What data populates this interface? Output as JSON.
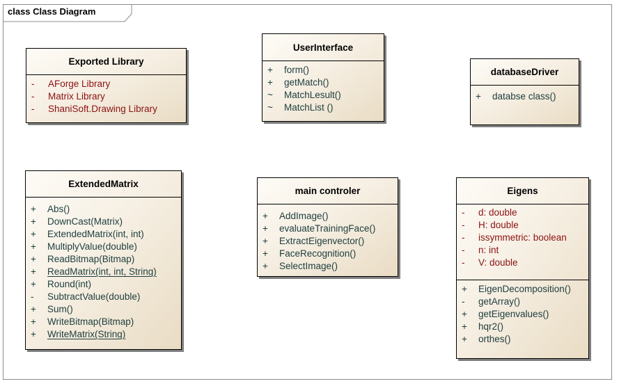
{
  "frame": {
    "label": "class Class Diagram"
  },
  "classes": {
    "exported_library": {
      "name": "Exported Library",
      "attributes": [
        {
          "vis": "-",
          "text": "AForge Library"
        },
        {
          "vis": "-",
          "text": "Matrix Library"
        },
        {
          "vis": "-",
          "text": "ShaniSoft.Drawing Library"
        }
      ]
    },
    "user_interface": {
      "name": "UserInterface",
      "operations": [
        {
          "vis": "+",
          "text": "form()"
        },
        {
          "vis": "+",
          "text": "getMatch()"
        },
        {
          "vis": "~",
          "text": "MatchLesult()"
        },
        {
          "vis": "~",
          "text": "MatchList ()"
        }
      ]
    },
    "database_driver": {
      "name": "databaseDriver",
      "operations": [
        {
          "vis": "+",
          "text": "databse class()"
        }
      ]
    },
    "extended_matrix": {
      "name": "ExtendedMatrix",
      "operations": [
        {
          "vis": "+",
          "text": "Abs()"
        },
        {
          "vis": "+",
          "text": "DownCast(Matrix)"
        },
        {
          "vis": "+",
          "text": "ExtendedMatrix(int, int)"
        },
        {
          "vis": "+",
          "text": "MultiplyValue(double)"
        },
        {
          "vis": "+",
          "text": "ReadBitmap(Bitmap)"
        },
        {
          "vis": "+",
          "text": "ReadMatrix(int, int, String)"
        },
        {
          "vis": "+",
          "text": "Round(int)"
        },
        {
          "vis": "-",
          "text": "SubtractValue(double)"
        },
        {
          "vis": "+",
          "text": "Sum()"
        },
        {
          "vis": "+",
          "text": "WriteBitmap(Bitmap)"
        },
        {
          "vis": "+",
          "text": "WriteMatrix(String)"
        }
      ]
    },
    "main_controler": {
      "name": "main controler",
      "operations": [
        {
          "vis": "+",
          "text": "AddImage()"
        },
        {
          "vis": "+",
          "text": "evaluateTrainingFace()"
        },
        {
          "vis": "+",
          "text": "ExtractEigenvector()"
        },
        {
          "vis": "+",
          "text": "FaceRecognition()"
        },
        {
          "vis": "+",
          "text": "SelectImage()"
        }
      ]
    },
    "eigens": {
      "name": "Eigens",
      "attributes": [
        {
          "vis": "-",
          "text": "d:  double"
        },
        {
          "vis": "-",
          "text": "H:  double"
        },
        {
          "vis": "-",
          "text": "issymmetric:  boolean"
        },
        {
          "vis": "-",
          "text": "n:  int"
        },
        {
          "vis": "-",
          "text": "V:  double"
        }
      ],
      "operations": [
        {
          "vis": "+",
          "text": "EigenDecomposition()"
        },
        {
          "vis": "-",
          "text": "getArray()"
        },
        {
          "vis": "+",
          "text": "getEigenvalues()"
        },
        {
          "vis": "+",
          "text": "hqr2()"
        },
        {
          "vis": "+",
          "text": "orthes()"
        }
      ]
    }
  },
  "colors": {
    "attribute_text": "#8b1212",
    "operation_text": "#1d3d3d",
    "fill_light": "#fefcf7",
    "fill_dark": "#e9dcc4"
  }
}
